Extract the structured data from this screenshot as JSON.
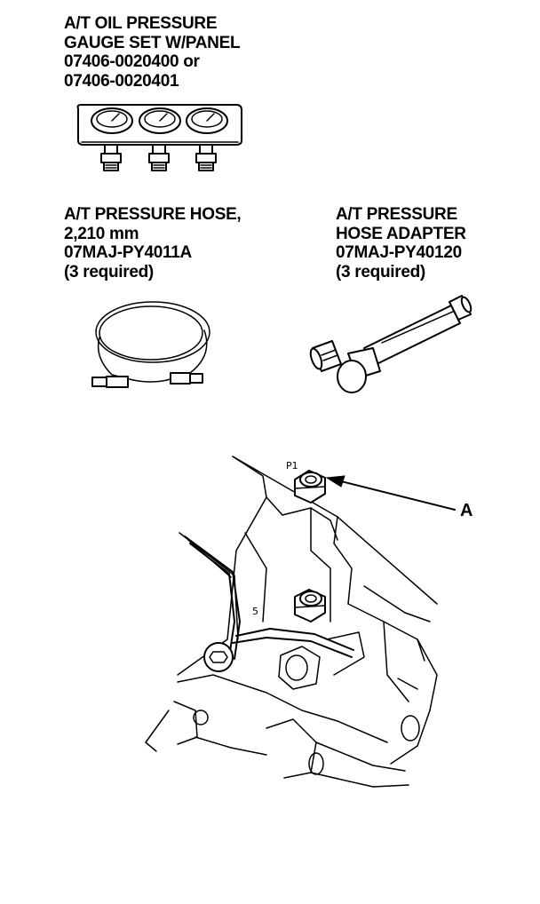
{
  "tools": {
    "gauge": {
      "line1": "A/T OIL PRESSURE",
      "line2": "GAUGE SET W/PANEL",
      "line3": "07406-0020400 or",
      "line4": "07406-0020401"
    },
    "hose": {
      "line1": "A/T PRESSURE HOSE,",
      "line2": "2,210 mm",
      "line3": "07MAJ-PY4011A",
      "line4": "(3 required)"
    },
    "adapter": {
      "line1": "A/T PRESSURE",
      "line2": "HOSE ADAPTER",
      "line3": "07MAJ-PY40120",
      "line4": "(3 required)"
    }
  },
  "diagram": {
    "callout": "A",
    "port_label": "P1",
    "port_label_2": "5"
  }
}
